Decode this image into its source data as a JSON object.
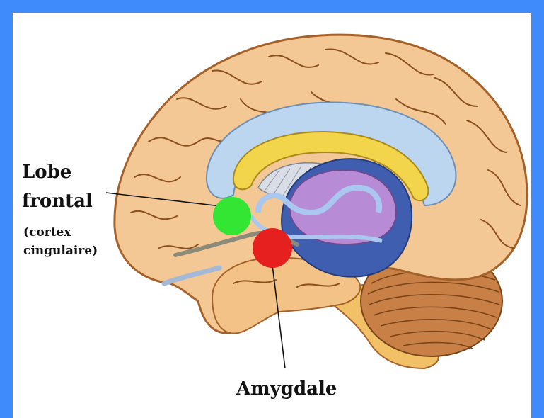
{
  "labels": {
    "frontal_line1": "Lobe",
    "frontal_line2": "frontal",
    "cingulate_line1": "(cortex",
    "cingulate_line2": "cingulaire)",
    "amygdala": "Amygdale"
  },
  "colors": {
    "border": "#3f8bfb",
    "background": "#ffffff",
    "frontal_marker": "#33e633",
    "amygdala_marker": "#e61f1f",
    "cortex": "#f3c992",
    "cortex_outline": "#a4622a",
    "corpus_callosum": "#b6d2ef",
    "fornix_band": "#f2d54a",
    "thalamus": "#b88bd6",
    "midbrain": "#3d5aa8",
    "cerebellum": "#c47a3c"
  }
}
